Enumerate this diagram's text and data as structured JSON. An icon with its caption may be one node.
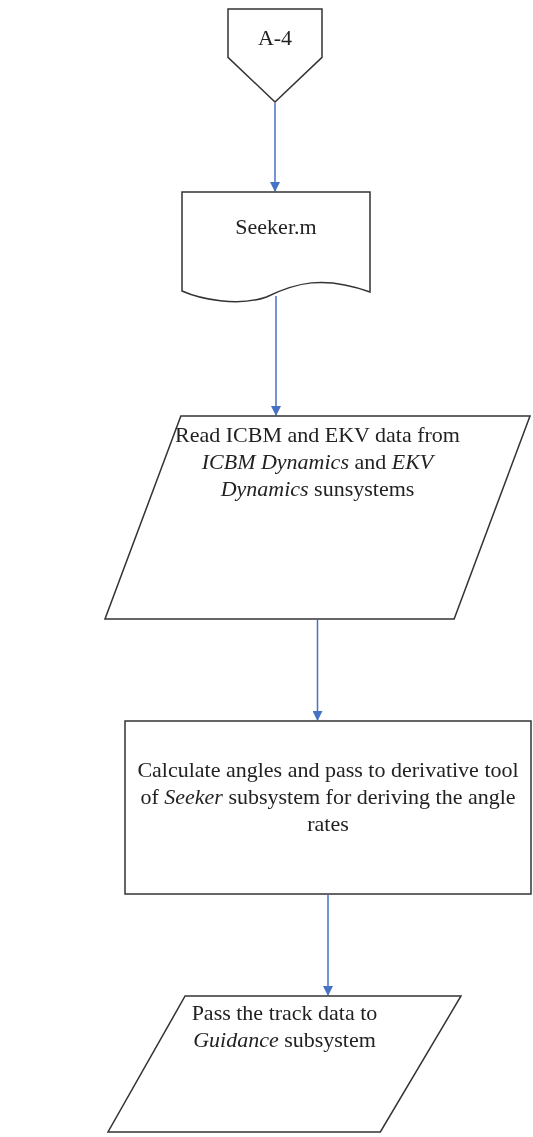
{
  "diagram": {
    "nodes": [
      {
        "text": [
          "A-4"
        ]
      },
      {
        "text": [
          "Seeker.m"
        ]
      },
      {
        "text": [
          "Read ICBM and EKV data from *ICBM Dynamics* and *EKV Dynamics* sunsystems"
        ]
      },
      {
        "text": [
          "Calculate angles and pass to derivative tool of *Seeker* subsystem for deriving the angle rates"
        ]
      },
      {
        "text": [
          "Pass the track data to *Guidance* subsystem"
        ]
      }
    ],
    "edges": [
      {
        "from": 0,
        "to": 1,
        "arrow": "to"
      },
      {
        "from": 1,
        "to": 2,
        "arrow": "to"
      },
      {
        "from": 2,
        "to": 3,
        "arrow": "to"
      },
      {
        "from": 3,
        "to": 4,
        "arrow": "to"
      }
    ]
  }
}
